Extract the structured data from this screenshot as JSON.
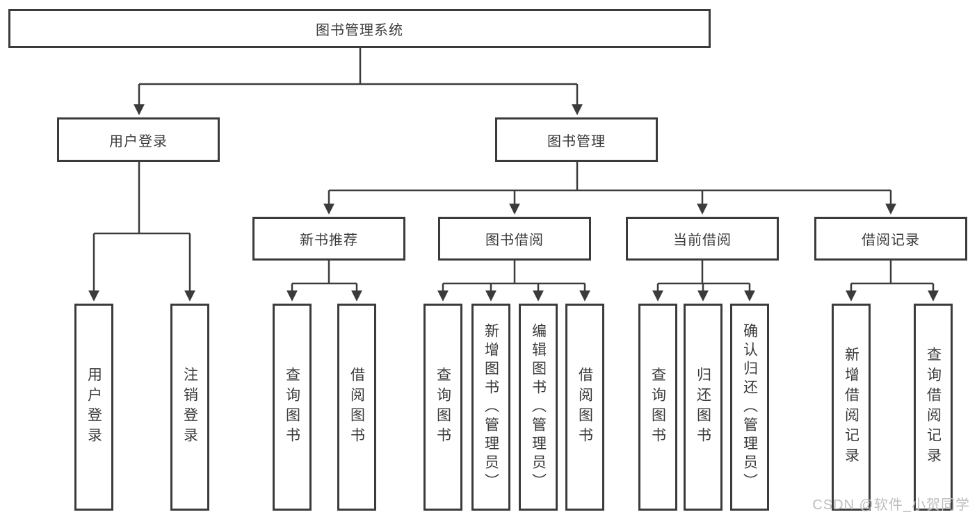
{
  "diagram": {
    "root": {
      "label": "图书管理系统"
    },
    "branches": [
      {
        "label": "用户登录",
        "children": [
          {
            "label": "用户登录"
          },
          {
            "label": "注销登录"
          }
        ]
      },
      {
        "label": "图书管理",
        "children": [
          {
            "label": "新书推荐",
            "children": [
              {
                "label": "查询图书"
              },
              {
                "label": "借阅图书"
              }
            ]
          },
          {
            "label": "图书借阅",
            "children": [
              {
                "label": "查询图书"
              },
              {
                "label": "新增图书（管理员）"
              },
              {
                "label": "编辑图书（管理员）"
              },
              {
                "label": "借阅图书"
              }
            ]
          },
          {
            "label": "当前借阅",
            "children": [
              {
                "label": "查询图书"
              },
              {
                "label": "归还图书"
              },
              {
                "label": "确认归还（管理员）"
              }
            ]
          },
          {
            "label": "借阅记录",
            "children": [
              {
                "label": "新增借阅记录"
              },
              {
                "label": "查询借阅记录"
              }
            ]
          }
        ]
      }
    ]
  },
  "watermark": {
    "text": "CSDN @软件_小贺同学"
  },
  "colors": {
    "line": "#3b3b3b",
    "text": "#3a3a3a",
    "watermark": "#bdbdbd",
    "background": "#ffffff"
  }
}
